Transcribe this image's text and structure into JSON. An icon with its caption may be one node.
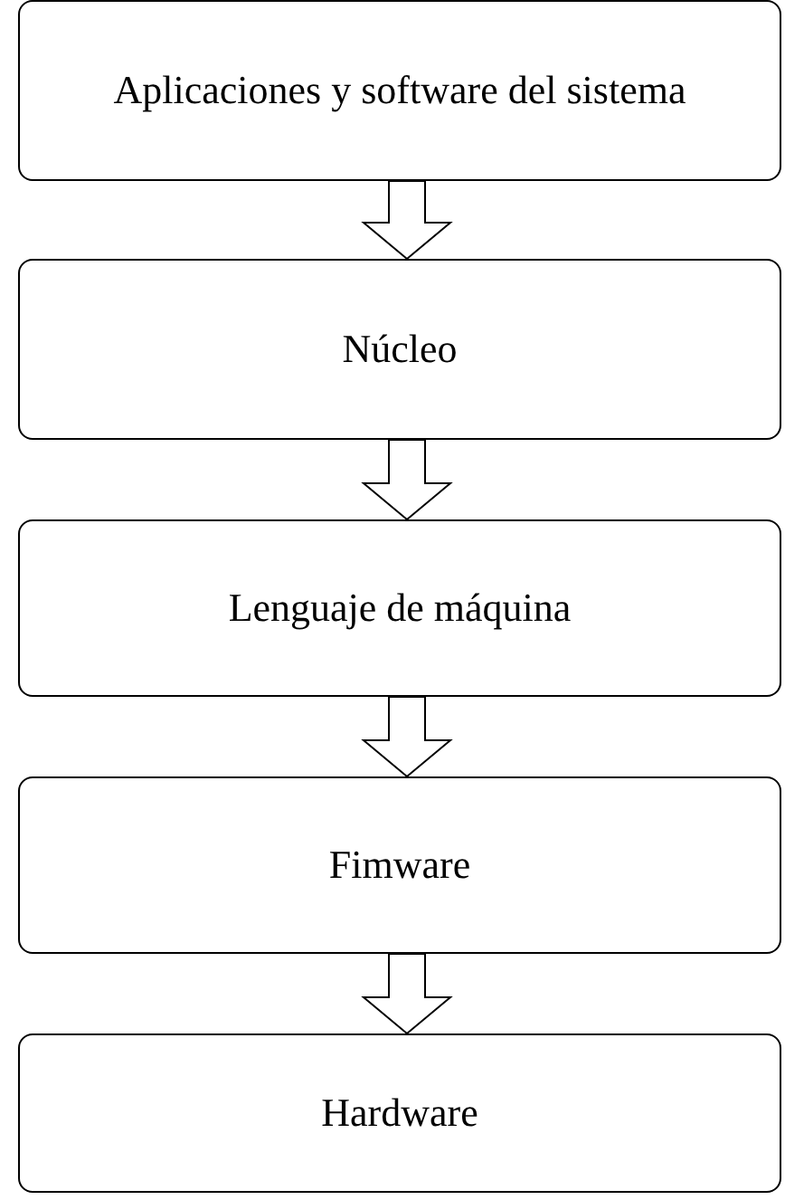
{
  "diagram": {
    "nodes": [
      {
        "text": [
          "Aplicaciones y software del sistema"
        ]
      },
      {
        "text": [
          "Núcleo"
        ]
      },
      {
        "text": [
          "Lenguaje de máquina"
        ]
      },
      {
        "text": [
          "Fimware"
        ]
      },
      {
        "text": [
          "Hardware"
        ]
      }
    ],
    "edges": [
      {
        "from": 0,
        "to": 1,
        "arrow": "to"
      },
      {
        "from": 1,
        "to": 2,
        "arrow": "to"
      },
      {
        "from": 2,
        "to": 3,
        "arrow": "to"
      },
      {
        "from": 3,
        "to": 4,
        "arrow": "to"
      }
    ]
  }
}
